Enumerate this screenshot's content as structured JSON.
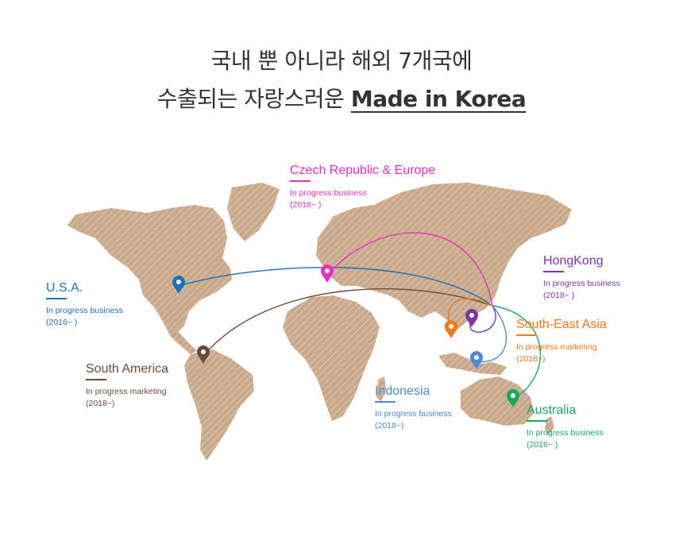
{
  "headline": {
    "line1": "국내 뿐 아니라 해외 7개국에",
    "line2_prefix": "수출되는 자랑스러운 ",
    "line2_emphasis": "Made in Korea"
  },
  "map": {
    "land_color": "#c9a98a",
    "origin_icon": "map-pin-icon",
    "regions": [
      {
        "key": "usa",
        "name": "U.S.A.",
        "status": "In progress business",
        "period": "(2016~ )",
        "color": "#1f6fb5"
      },
      {
        "key": "south_america",
        "name": "South America",
        "status": "In progress marketing",
        "period": "(2018~)",
        "color": "#6b4a3a"
      },
      {
        "key": "czech_europe",
        "name": "Czech Republic & Europe",
        "status": "In progress business",
        "period": "(2018~ )",
        "color": "#e62fbf"
      },
      {
        "key": "hongkong",
        "name": "HongKong",
        "status": "In progress business",
        "period": "(2018~ )",
        "color": "#7a35a8"
      },
      {
        "key": "south_east_asia",
        "name": "South-East Asia",
        "status": "In progress marketing",
        "period": "(2018~)",
        "color": "#f07a1a"
      },
      {
        "key": "indonesia",
        "name": "Indonesia",
        "status": "In progress business",
        "period": "(2018~)",
        "color": "#4a8ad4"
      },
      {
        "key": "australia",
        "name": "Australia",
        "status": "In progress business",
        "period": "(2016~ )",
        "color": "#1aa860"
      }
    ]
  }
}
